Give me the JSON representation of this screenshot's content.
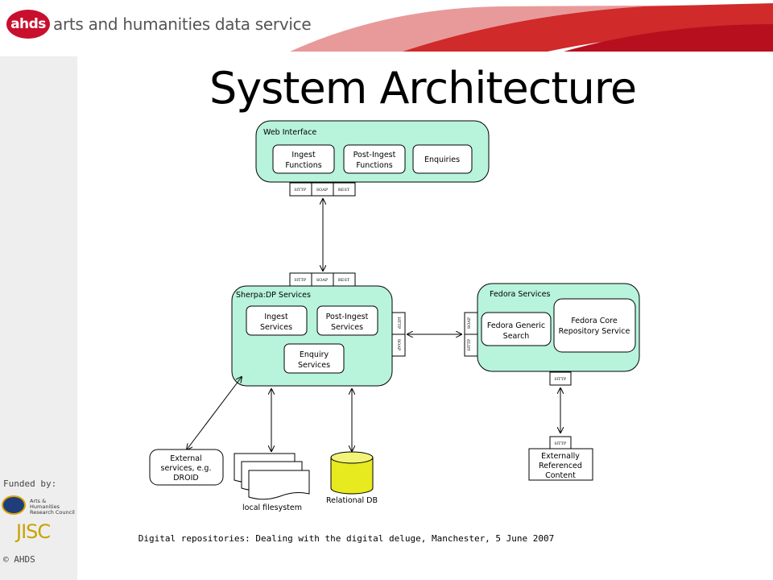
{
  "header": {
    "logo_mark": "ahds",
    "logo_text": "arts and humanities data service"
  },
  "title": "System Architecture",
  "sidebar": {
    "funded_by": "Funded by:",
    "ahrc_line1": "Arts & Humanities",
    "ahrc_line2": "Research Council",
    "jisc": "JISC",
    "copyright": "© AHDS"
  },
  "footer": "Digital repositories: Dealing with the digital deluge, Manchester, 5 June 2007",
  "diagram": {
    "web_interface": {
      "label": "Web Interface",
      "modules": [
        [
          "Ingest",
          "Functions"
        ],
        [
          "Post-Ingest",
          "Functions"
        ],
        [
          "Enquiries"
        ]
      ],
      "ports": [
        "HTTP",
        "SOAP",
        "REST"
      ]
    },
    "sherpa": {
      "label": "Sherpa:DP Services",
      "top_ports": [
        "HTTP",
        "SOAP",
        "REST"
      ],
      "side_ports": [
        "HTTP",
        "SOAP"
      ],
      "modules": [
        [
          "Ingest",
          "Services"
        ],
        [
          "Post-Ingest",
          "Services"
        ],
        [
          "Enquiry",
          "Services"
        ]
      ]
    },
    "fedora": {
      "label": "Fedora Services",
      "side_ports": [
        "SOAP",
        "HTTP"
      ],
      "bottom_port": "HTTP",
      "modules": [
        [
          "Fedora Generic",
          "Search"
        ],
        [
          "Fedora Core",
          "Repository Service"
        ]
      ]
    },
    "external_services": [
      "External",
      "services, e.g.",
      "DROID"
    ],
    "filesystem": "local filesystem",
    "database": "Relational DB",
    "external_content": {
      "port": "HTTP",
      "lines": [
        "Externally",
        "Referenced",
        "Content"
      ]
    }
  },
  "colors": {
    "accent": "#c8102e",
    "module_fill": "#b8f3dc",
    "db_fill": "#e6ea1e"
  }
}
